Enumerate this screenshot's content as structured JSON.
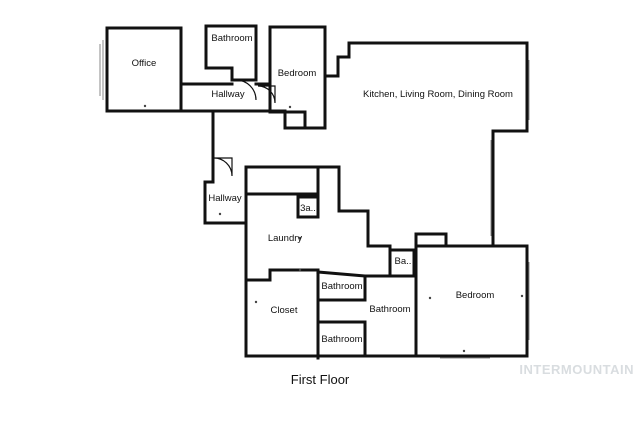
{
  "rooms": {
    "office": "Office",
    "bathroom_top": "Bathroom",
    "bedroom_top": "Bedroom",
    "hallway_top": "Hallway",
    "kitchen": "Kitchen, Living Room, Dining Room",
    "hallway_left": "Hallway",
    "bath_small_1": "3a..",
    "laundry": "Laundry",
    "bath_small_2": "Ba..",
    "bedroom_main": "Bedroom",
    "bathroom_mid": "Bathroom",
    "closet": "Closet",
    "bathroom_center": "Bathroom",
    "bathroom_bottom": "Bathroom"
  },
  "caption": "First Floor",
  "watermark": "INTERMOUNTAIN"
}
